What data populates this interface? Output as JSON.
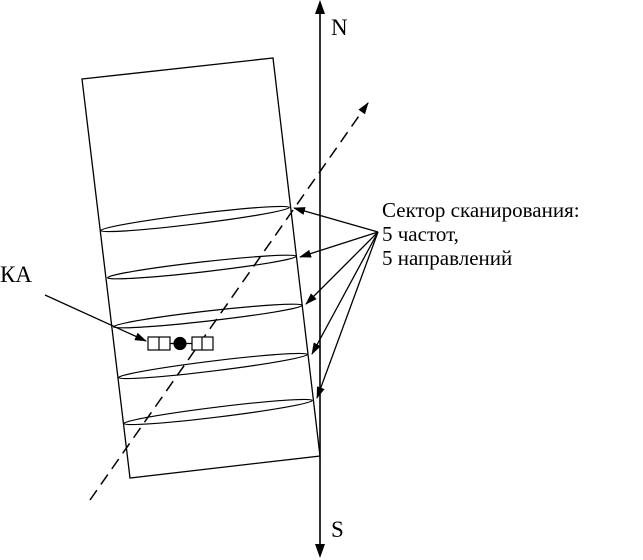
{
  "labels": {
    "north": "N",
    "south": "S",
    "spacecraft": "КА",
    "sector_line1": "Сектор сканирования:",
    "sector_line2": "5 частот,",
    "sector_line3": "5 направлений"
  },
  "colors": {
    "stroke": "#000000",
    "background": "#ffffff"
  }
}
